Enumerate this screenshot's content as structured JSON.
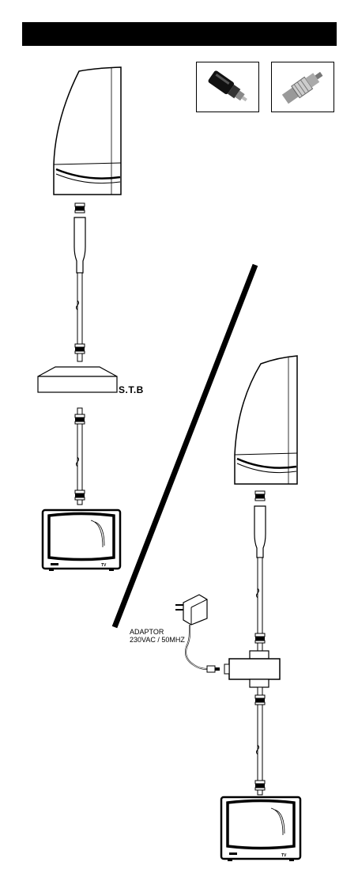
{
  "labels": {
    "stb": "S.T.B",
    "adaptor_line1": "ADAPTOR",
    "adaptor_line2": "230VAC / 50MHZ",
    "tv_badge": "TV"
  },
  "icons": [
    "antenna-icon",
    "coax-cable-icon",
    "set-top-box-icon",
    "tv-icon",
    "power-adaptor-icon",
    "splitter-icon",
    "f-connector-icon",
    "pal-plug-icon"
  ],
  "colors": {
    "ink": "#000000",
    "paper": "#ffffff"
  }
}
